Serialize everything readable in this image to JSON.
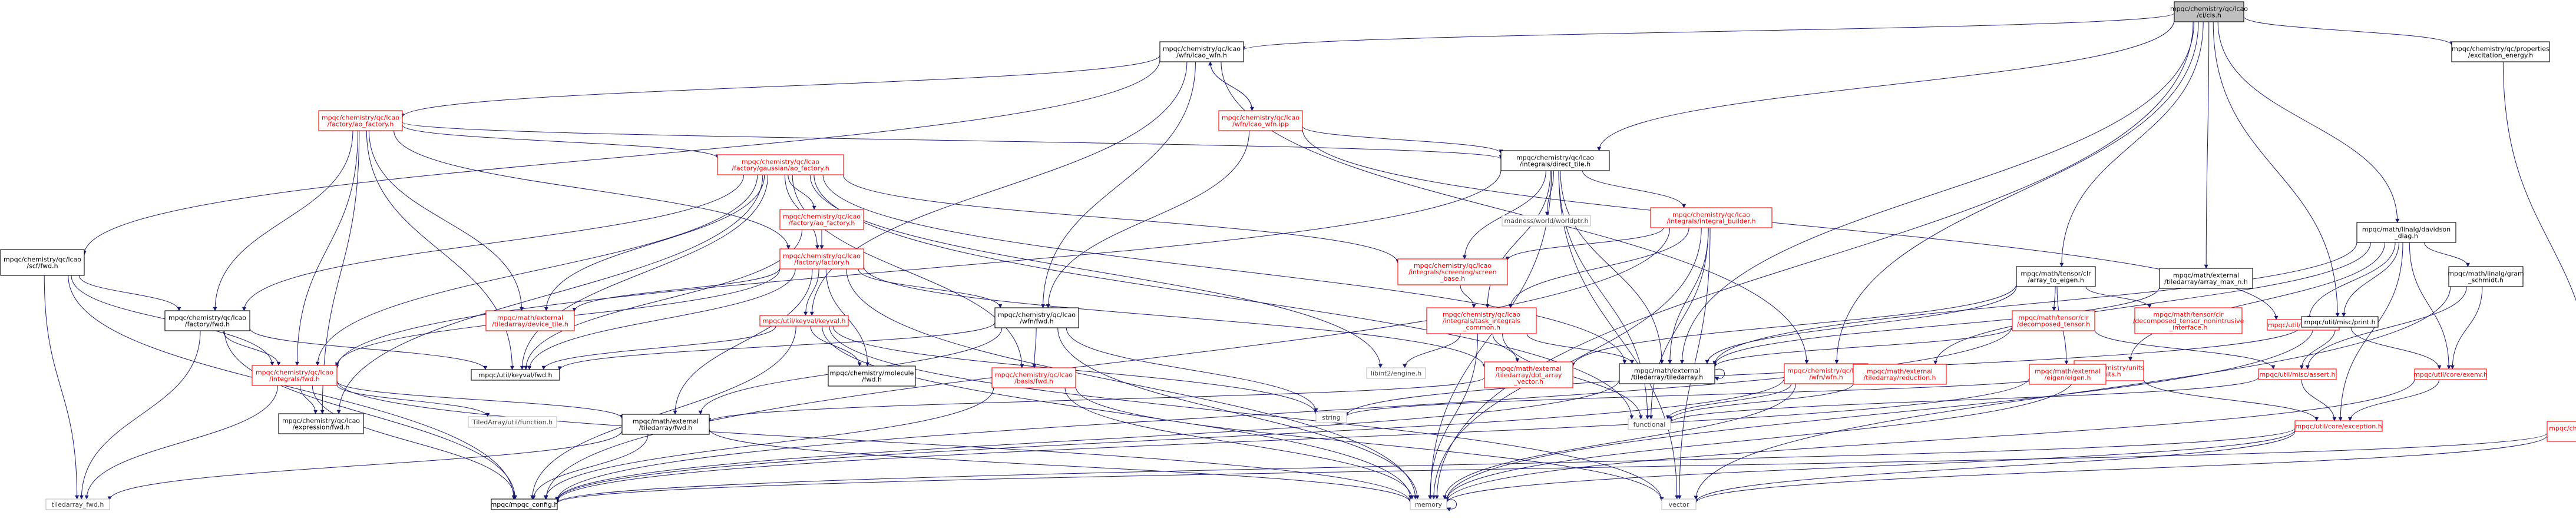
{
  "graph": {
    "colors": {
      "edge": "#191970",
      "normal_border": "#000000",
      "normal_text": "#000000",
      "link_border": "#ff0000",
      "link_text": "#ff0000",
      "external_border": "#bfbfbf",
      "external_text": "#404040",
      "root_fill": "#bfbfbf"
    },
    "nodes": [
      {
        "id": "wfn_cis",
        "lines": [
          "mpqc/chemistry/qc/lcao",
          "/ci/cis.h"
        ],
        "style": "root"
      },
      {
        "id": "wfn_h",
        "lines": [
          "mpqc/chemistry/qc/lcao",
          "/wfn/lcao_wfn.h"
        ],
        "style": "normal"
      },
      {
        "id": "direct_tile",
        "lines": [
          "mpqc/chemistry/qc/lcao",
          "/integrals/direct_tile.h"
        ],
        "style": "normal"
      },
      {
        "id": "excitation",
        "lines": [
          "mpqc/chemistry/qc/properties",
          "/excitation_energy.h"
        ],
        "style": "normal"
      },
      {
        "id": "property",
        "lines": [
          "mpqc/chemistry/qc/properties",
          "/property.h"
        ],
        "style": "link"
      },
      {
        "id": "davidson",
        "lines": [
          "mpqc/math/linalg/davidson",
          "_diag.h"
        ],
        "style": "normal"
      },
      {
        "id": "ao_factory_h",
        "lines": [
          "mpqc/chemistry/qc/lcao",
          "/factory/ao_factory.h"
        ],
        "style": "link"
      },
      {
        "id": "lcao_wfn_ipp",
        "lines": [
          "mpqc/chemistry/qc/lcao",
          "/wfn/lcao_wfn.ipp"
        ],
        "style": "link"
      },
      {
        "id": "gaussian_ao",
        "lines": [
          "mpqc/chemistry/qc/lcao",
          "/factory/gaussian/ao_factory.h"
        ],
        "style": "link"
      },
      {
        "id": "scf_fwd",
        "lines": [
          "mpqc/chemistry/qc/lcao",
          "/scf/fwd.h"
        ],
        "style": "normal"
      },
      {
        "id": "madness",
        "lines": [
          "madness/world/worldptr.h"
        ],
        "style": "external"
      },
      {
        "id": "integral_builder",
        "lines": [
          "mpqc/chemistry/qc/lcao",
          "/integrals/integral_builder.h"
        ],
        "style": "link"
      },
      {
        "id": "tensor_eigen",
        "lines": [
          "mpqc/math/tensor/clr",
          "/array_to_eigen.h"
        ],
        "style": "normal"
      },
      {
        "id": "gram_schmidt",
        "lines": [
          "mpqc/math/linalg/gram",
          "_schmidt.h"
        ],
        "style": "normal"
      },
      {
        "id": "ao_factory_2",
        "lines": [
          "mpqc/chemistry/qc/lcao",
          "/factory/ao_factory.h"
        ],
        "style": "link"
      },
      {
        "id": "screen_base",
        "lines": [
          "mpqc/chemistry/qc/lcao",
          "/integrals/screening/screen",
          "_base.h"
        ],
        "style": "link"
      },
      {
        "id": "factory_factory",
        "lines": [
          "mpqc/chemistry/qc/lcao",
          "/factory/factory.h"
        ],
        "style": "link"
      },
      {
        "id": "decomposed",
        "lines": [
          "mpqc/math/tensor/clr",
          "/decomposed_tensor.h"
        ],
        "style": "link"
      },
      {
        "id": "decomposed_nonintrusive",
        "lines": [
          "mpqc/math/tensor/clr",
          "/decomposed_tensor_nonintrusive",
          "_interface.h"
        ],
        "style": "link"
      },
      {
        "id": "misc_time",
        "lines": [
          "mpqc/util/misc/time.h"
        ],
        "style": "link"
      },
      {
        "id": "array_max_n",
        "lines": [
          "mpqc/math/external",
          "/tiledarray/array_max_n.h"
        ],
        "style": "normal"
      },
      {
        "id": "misc_print",
        "lines": [
          "mpqc/util/misc/print.h"
        ],
        "style": "normal"
      },
      {
        "id": "factory_fwd",
        "lines": [
          "mpqc/chemistry/qc/lcao",
          "/factory/fwd.h"
        ],
        "style": "normal"
      },
      {
        "id": "device_tile",
        "lines": [
          "mpqc/math/external",
          "/tiledarray/device_tile.h"
        ],
        "style": "link"
      },
      {
        "id": "keyval",
        "lines": [
          "mpqc/util/keyval/keyval.h"
        ],
        "style": "link"
      },
      {
        "id": "wfn_fwd",
        "lines": [
          "mpqc/chemistry/qc/lcao",
          "/wfn/fwd.h"
        ],
        "style": "normal"
      },
      {
        "id": "task_integrals",
        "lines": [
          "mpqc/chemistry/qc/lcao",
          "/integrals/task_integrals",
          "_common.h"
        ],
        "style": "link"
      },
      {
        "id": "units",
        "lines": [
          "mpqc/chemistry/units",
          "/units.h"
        ],
        "style": "link"
      },
      {
        "id": "integrals_fwd",
        "lines": [
          "mpqc/chemistry/qc/lcao",
          "/integrals/fwd.h"
        ],
        "style": "link"
      },
      {
        "id": "keyval_fwd",
        "lines": [
          "mpqc/util/keyval/fwd.h"
        ],
        "style": "normal"
      },
      {
        "id": "molecule_fwd",
        "lines": [
          "mpqc/chemistry/molecule",
          "/fwd.h"
        ],
        "style": "normal"
      },
      {
        "id": "basis_fwd",
        "lines": [
          "mpqc/chemistry/qc/lcao",
          "/basis/fwd.h"
        ],
        "style": "link"
      },
      {
        "id": "libint",
        "lines": [
          "libint2/engine.h"
        ],
        "style": "external"
      },
      {
        "id": "dot_array",
        "lines": [
          "mpqc/math/external",
          "/tiledarray/dot_array",
          "_vector.h"
        ],
        "style": "link"
      },
      {
        "id": "ta_tiledarray",
        "lines": [
          "mpqc/math/external",
          "/tiledarray/tiledarray.h"
        ],
        "style": "normal"
      },
      {
        "id": "wfn_wfn",
        "lines": [
          "mpqc/chemistry/qc/lcao",
          "/wfn/wfn.h"
        ],
        "style": "link"
      },
      {
        "id": "reduction",
        "lines": [
          "mpqc/math/external",
          "/tiledarray/reduction.h"
        ],
        "style": "link"
      },
      {
        "id": "eigen",
        "lines": [
          "mpqc/math/external",
          "/eigen/eigen.h"
        ],
        "style": "link"
      },
      {
        "id": "assert",
        "lines": [
          "mpqc/util/misc/assert.h"
        ],
        "style": "link"
      },
      {
        "id": "exenv",
        "lines": [
          "mpqc/util/core/exenv.h"
        ],
        "style": "link"
      },
      {
        "id": "string",
        "lines": [
          "string"
        ],
        "style": "external"
      },
      {
        "id": "expression_fwd",
        "lines": [
          "mpqc/chemistry/qc/lcao",
          "/expression/fwd.h"
        ],
        "style": "normal"
      },
      {
        "id": "util_function",
        "lines": [
          "TiledArray/util/function.h"
        ],
        "style": "external"
      },
      {
        "id": "ta_fwd",
        "lines": [
          "mpqc/math/external",
          "/tiledarray/fwd.h"
        ],
        "style": "normal"
      },
      {
        "id": "functional",
        "lines": [
          "functional"
        ],
        "style": "external"
      },
      {
        "id": "exception",
        "lines": [
          "mpqc/util/core/exception.h"
        ],
        "style": "link"
      },
      {
        "id": "tiledarray_fwd",
        "lines": [
          "tiledarray_fwd.h"
        ],
        "style": "external"
      },
      {
        "id": "mpqc_config",
        "lines": [
          "mpqc/mpqc_config.h"
        ],
        "style": "normal"
      },
      {
        "id": "memory",
        "lines": [
          "memory"
        ],
        "style": "external"
      },
      {
        "id": "vector",
        "lines": [
          "vector"
        ],
        "style": "external"
      }
    ],
    "edges": [
      [
        "wfn_cis",
        "wfn_h"
      ],
      [
        "wfn_cis",
        "direct_tile"
      ],
      [
        "wfn_cis",
        "excitation"
      ],
      [
        "wfn_cis",
        "davidson"
      ],
      [
        "wfn_cis",
        "tensor_eigen"
      ],
      [
        "wfn_cis",
        "array_max_n"
      ],
      [
        "wfn_cis",
        "misc_print"
      ],
      [
        "wfn_cis",
        "wfn_wfn"
      ],
      [
        "wfn_cis",
        "ta_tiledarray"
      ],
      [
        "wfn_cis",
        "memory"
      ],
      [
        "excitation",
        "property"
      ],
      [
        "property",
        "mpqc_config"
      ],
      [
        "property",
        "vector"
      ],
      [
        "wfn_h",
        "ao_factory_h"
      ],
      [
        "wfn_h",
        "lcao_wfn_ipp"
      ],
      [
        "wfn_h",
        "scf_fwd"
      ],
      [
        "wfn_h",
        "wfn_fwd"
      ],
      [
        "wfn_h",
        "keyval"
      ],
      [
        "wfn_h",
        "wfn_wfn"
      ],
      [
        "lcao_wfn_ipp",
        "wfn_h"
      ],
      [
        "lcao_wfn_ipp",
        "direct_tile"
      ],
      [
        "lcao_wfn_ipp",
        "wfn_fwd"
      ],
      [
        "lcao_wfn_ipp",
        "misc_time"
      ],
      [
        "ao_factory_h",
        "direct_tile"
      ],
      [
        "ao_factory_h",
        "gaussian_ao"
      ],
      [
        "ao_factory_h",
        "factory_factory"
      ],
      [
        "ao_factory_h",
        "factory_fwd"
      ],
      [
        "ao_factory_h",
        "device_tile"
      ],
      [
        "ao_factory_h",
        "integrals_fwd"
      ],
      [
        "ao_factory_h",
        "keyval_fwd"
      ],
      [
        "ao_factory_h",
        "expression_fwd"
      ],
      [
        "gaussian_ao",
        "ao_factory_2"
      ],
      [
        "gaussian_ao",
        "factory_factory"
      ],
      [
        "gaussian_ao",
        "screen_base"
      ],
      [
        "gaussian_ao",
        "device_tile"
      ],
      [
        "gaussian_ao",
        "factory_fwd"
      ],
      [
        "gaussian_ao",
        "integrals_fwd"
      ],
      [
        "gaussian_ao",
        "keyval_fwd"
      ],
      [
        "gaussian_ao",
        "expression_fwd"
      ],
      [
        "gaussian_ao",
        "libint"
      ],
      [
        "gaussian_ao",
        "ta_tiledarray"
      ],
      [
        "gaussian_ao",
        "basis_fwd"
      ],
      [
        "gaussian_ao",
        "functional"
      ],
      [
        "ao_factory_2",
        "factory_factory"
      ],
      [
        "ao_factory_2",
        "keyval_fwd"
      ],
      [
        "factory_factory",
        "keyval"
      ],
      [
        "factory_factory",
        "wfn_fwd"
      ],
      [
        "factory_factory",
        "molecule_fwd"
      ],
      [
        "factory_factory",
        "keyval_fwd"
      ],
      [
        "factory_factory",
        "device_tile"
      ],
      [
        "factory_factory",
        "ta_fwd"
      ],
      [
        "factory_factory",
        "dot_array"
      ],
      [
        "factory_factory",
        "integrals_fwd"
      ],
      [
        "factory_factory",
        "memory"
      ],
      [
        "scf_fwd",
        "factory_fwd"
      ],
      [
        "scf_fwd",
        "integrals_fwd"
      ],
      [
        "scf_fwd",
        "tiledarray_fwd"
      ],
      [
        "scf_fwd",
        "mpqc_config"
      ],
      [
        "factory_fwd",
        "integrals_fwd"
      ],
      [
        "factory_fwd",
        "keyval_fwd"
      ],
      [
        "factory_fwd",
        "tiledarray_fwd"
      ],
      [
        "factory_fwd",
        "mpqc_config"
      ],
      [
        "direct_tile",
        "madness"
      ],
      [
        "direct_tile",
        "integral_builder"
      ],
      [
        "direct_tile",
        "task_integrals"
      ],
      [
        "direct_tile",
        "screen_base"
      ],
      [
        "direct_tile",
        "ta_tiledarray"
      ],
      [
        "direct_tile",
        "integrals_fwd"
      ],
      [
        "direct_tile",
        "functional"
      ],
      [
        "direct_tile",
        "memory"
      ],
      [
        "direct_tile",
        "vector"
      ],
      [
        "integral_builder",
        "screen_base"
      ],
      [
        "integral_builder",
        "task_integrals"
      ],
      [
        "integral_builder",
        "ta_tiledarray"
      ],
      [
        "integral_builder",
        "functional"
      ],
      [
        "integral_builder",
        "memory"
      ],
      [
        "integral_builder",
        "vector"
      ],
      [
        "integral_builder",
        "mpqc_config"
      ],
      [
        "screen_base",
        "task_integrals"
      ],
      [
        "task_integrals",
        "libint"
      ],
      [
        "task_integrals",
        "dot_array"
      ],
      [
        "task_integrals",
        "ta_tiledarray"
      ],
      [
        "task_integrals",
        "memory"
      ],
      [
        "task_integrals",
        "functional"
      ],
      [
        "tensor_eigen",
        "decomposed"
      ],
      [
        "tensor_eigen",
        "decomposed_nonintrusive"
      ],
      [
        "tensor_eigen",
        "ta_tiledarray"
      ],
      [
        "tensor_eigen",
        "eigen"
      ],
      [
        "tensor_eigen",
        "dot_array"
      ],
      [
        "decomposed",
        "assert"
      ],
      [
        "decomposed",
        "ta_tiledarray"
      ],
      [
        "decomposed",
        "mpqc_config"
      ],
      [
        "davidson",
        "misc_time"
      ],
      [
        "davidson",
        "misc_print"
      ],
      [
        "davidson",
        "gram_schmidt"
      ],
      [
        "davidson",
        "reduction"
      ],
      [
        "davidson",
        "exenv"
      ],
      [
        "davidson",
        "units"
      ],
      [
        "davidson",
        "exception"
      ],
      [
        "davidson",
        "ta_tiledarray"
      ],
      [
        "gram_schmidt",
        "assert"
      ],
      [
        "gram_schmidt",
        "exenv"
      ],
      [
        "gram_schmidt",
        "vector"
      ],
      [
        "misc_print",
        "assert"
      ],
      [
        "misc_print",
        "exenv"
      ],
      [
        "misc_print",
        "memory"
      ],
      [
        "misc_print",
        "string"
      ],
      [
        "array_max_n",
        "ta_tiledarray"
      ],
      [
        "keyval",
        "keyval_fwd"
      ],
      [
        "keyval",
        "molecule_fwd"
      ],
      [
        "keyval",
        "memory"
      ],
      [
        "keyval",
        "string"
      ],
      [
        "keyval",
        "mpqc_config"
      ],
      [
        "keyval",
        "vector"
      ],
      [
        "wfn_fwd",
        "basis_fwd"
      ],
      [
        "wfn_fwd",
        "keyval_fwd"
      ],
      [
        "wfn_fwd",
        "ta_fwd"
      ],
      [
        "wfn_fwd",
        "string"
      ],
      [
        "wfn_fwd",
        "memory"
      ],
      [
        "integrals_fwd",
        "ta_fwd"
      ],
      [
        "integrals_fwd",
        "expression_fwd"
      ],
      [
        "integrals_fwd",
        "util_function"
      ],
      [
        "integrals_fwd",
        "mpqc_config"
      ],
      [
        "integrals_fwd",
        "memory"
      ],
      [
        "integrals_fwd",
        "tiledarray_fwd"
      ],
      [
        "basis_fwd",
        "memory"
      ],
      [
        "basis_fwd",
        "vector"
      ],
      [
        "basis_fwd",
        "mpqc_config"
      ],
      [
        "dot_array",
        "ta_fwd"
      ],
      [
        "ta_tiledarray",
        "ta_tiledarray"
      ],
      [
        "ta_tiledarray",
        "mpqc_config"
      ],
      [
        "ta_fwd",
        "tiledarray_fwd"
      ],
      [
        "ta_fwd",
        "mpqc_config"
      ],
      [
        "ta_fwd",
        "memory"
      ],
      [
        "wfn_wfn",
        "functional"
      ],
      [
        "wfn_wfn",
        "memory"
      ],
      [
        "wfn_wfn",
        "mpqc_config"
      ],
      [
        "reduction",
        "functional"
      ],
      [
        "eigen",
        "mpqc_config"
      ],
      [
        "assert",
        "exception"
      ],
      [
        "assert",
        "functional"
      ],
      [
        "exenv",
        "exception"
      ],
      [
        "exenv",
        "memory"
      ],
      [
        "units",
        "exception"
      ],
      [
        "units",
        "string"
      ],
      [
        "units",
        "memory"
      ],
      [
        "exception",
        "mpqc_config"
      ],
      [
        "exception",
        "vector"
      ],
      [
        "exception",
        "memory"
      ],
      [
        "memory",
        "memory"
      ]
    ]
  }
}
